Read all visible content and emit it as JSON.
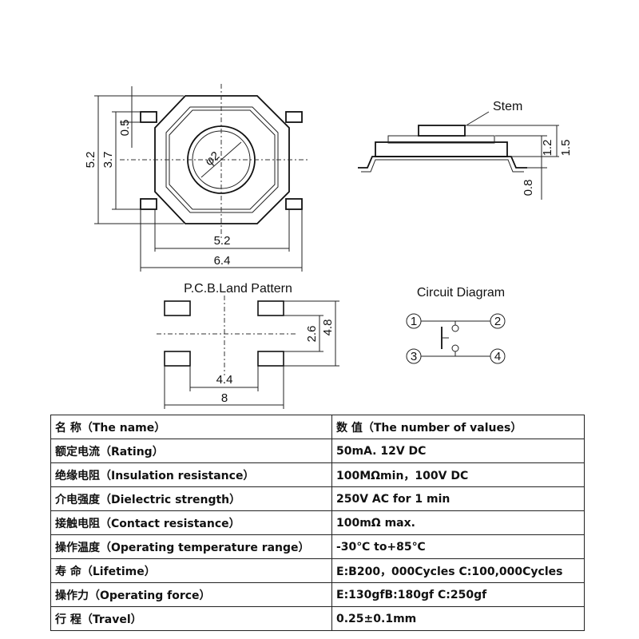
{
  "labels": {
    "top_view_height": "5.2",
    "top_view_inner_height": "3.7",
    "top_view_lead": "0.5",
    "stem_diameter": "φ2",
    "top_view_body_width": "5.2",
    "top_view_overall_width": "6.4",
    "stem": "Stem",
    "side_height_1": "1.2",
    "side_height_2": "1.5",
    "side_height_3": "0.8",
    "pcb_title": "P.C.B.Land Pattern",
    "pcb_pad_pitch_v": "2.6",
    "pcb_height": "4.8",
    "pcb_pad_pitch_h": "4.4",
    "pcb_width": "8",
    "circuit_title": "Circuit Diagram",
    "pin1": "1",
    "pin2": "2",
    "pin3": "3",
    "pin4": "4"
  },
  "table": {
    "rows": [
      {
        "name": "名 称（The name）",
        "value": "数 值（The number of values）"
      },
      {
        "name": "额定电流（Rating）",
        "value": "50mA. 12V DC"
      },
      {
        "name": "绝缘电阻（Insulation resistance）",
        "value": "100MΩmin，100V DC"
      },
      {
        "name": "介电强度（Dielectric strength）",
        "value": "250V AC for 1 min"
      },
      {
        "name": "接触电阻（Contact resistance）",
        "value": "100mΩ  max."
      },
      {
        "name": "操作温度（Operating temperature range）",
        "value": "-30℃  to+85℃"
      },
      {
        "name": "寿 命（Lifetime）",
        "value": "E:B200，000Cycles C:100,000Cycles"
      },
      {
        "name": "操作力（Operating force）",
        "value": "  E:130gfB:180gf C:250gf"
      },
      {
        "name": "行 程（Travel）",
        "value": "0.25±0.1mm"
      }
    ]
  }
}
